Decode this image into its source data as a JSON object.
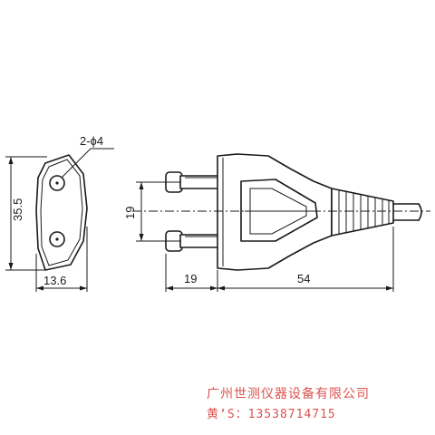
{
  "labels": {
    "hole_callout": "2-ϕ4",
    "height_dim": "35.5",
    "width_dim": "13.6",
    "pin_spacing_dim": "19",
    "pin_length_dim": "19",
    "body_length_dim": "54"
  },
  "watermark": {
    "company": "广州世测仪器设备有限公司",
    "phone": "黄’S：13538714715"
  },
  "colors": {
    "ink": "#1a1a1a",
    "watermark": "#d9534f"
  }
}
